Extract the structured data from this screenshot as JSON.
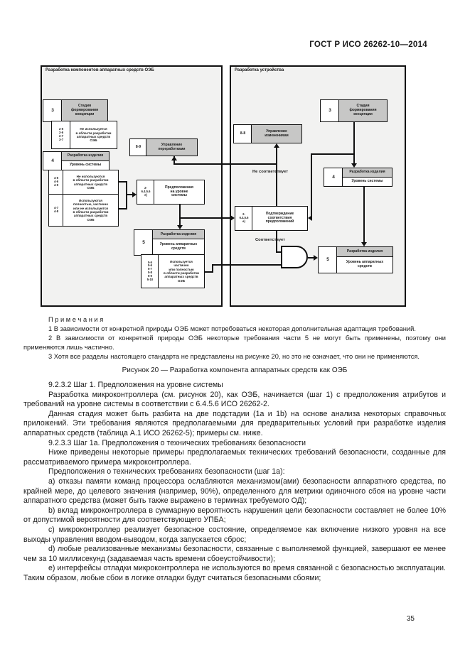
{
  "page": {
    "doc_code": "ГОСТ Р ИСО 26262-10—2014",
    "page_number": "35"
  },
  "figure": {
    "caption": "Рисунок 20 — Разработка компонента аппаратных средств как ОЭБ",
    "left_panel": {
      "title": "Разработка компонентов аппаратных средств ОЭБ",
      "concept_box": {
        "ref": "3",
        "label": "Стадия\nформирования\nконцепции"
      },
      "concept_note": {
        "refs": "2-5\n2-6\n2-7\n3-7",
        "text": "Не используется\nв области разработки\nаппаратных средств\nОЭБ"
      },
      "rework_box": {
        "ref": "8-9",
        "label": "Управление\nпереработками"
      },
      "system_box": {
        "ref": "4",
        "header": "Разработка изделия",
        "sub": "Уровень системы"
      },
      "system_note_na": {
        "refs": "4-5\n4-6\n4-9",
        "text": "Не используются\nв области разработки\nаппаратных средств\nОЭБ"
      },
      "system_note_partial": {
        "refs": "4-7\n4-8",
        "text": "Используются\nполностью, частично\nили не используются\nв области разработки\nаппаратных средств\nОЭБ"
      },
      "assumptions_box": {
        "ref": "2-\n6.4.5.6\nе)",
        "label": "Предположения\nна уровне\nсистемы"
      },
      "hardware_box": {
        "ref": "5",
        "header": "Разработка изделия",
        "sub": "Уровень аппаратных\nсредств"
      },
      "hardware_note": {
        "refs": "5-5\n5-6\n5-7\n5-8\n5-9\n5-10",
        "text": "Используется\nчастично\nили полностью\nв области разработки\nаппаратных средств\nОЭБ"
      }
    },
    "right_panel": {
      "title": "Разработка устройства",
      "concept_box": {
        "ref": "3",
        "label": "Стадия\nформирования\nконцепции"
      },
      "change_box": {
        "ref": "8-8",
        "label": "Управление\nизменениями"
      },
      "system_box": {
        "ref": "4",
        "header": "Разработка изделия",
        "sub": "Уровень системы"
      },
      "confirm_box": {
        "ref": "2-\n6.4.5.6\nе)",
        "label": "Подтверждение\nсоответствия\nпредположений"
      },
      "hardware_box": {
        "ref": "5",
        "header": "Разработка изделия",
        "sub": "Уровень аппаратных\nсредств"
      },
      "label_no_match": "Не соответствует",
      "label_match": "Соответствует"
    }
  },
  "notes": {
    "title": "П р и м е ч а н и я",
    "items": [
      "1 В зависимости от конкретной природы ОЭБ может потребоваться некоторая дополнительная адаптация требований.",
      "2 В зависимости от конкретной природы ОЭБ некоторые требования части 5 не могут быть применены, поэтому они применяются лишь частично.",
      "3 Хотя все разделы настоящего стандарта не представлены на рисунке 20, но это не означает, что они не применяются."
    ]
  },
  "body": {
    "paragraphs": [
      "9.2.3.2 Шаг 1. Предположения на уровне системы",
      "Разработка микроконтроллера (см. рисунок 20), как ОЭБ, начинается (шаг 1) с предположения атрибутов и требований на уровне системы в соответствии с 6.4.5.6 ИСО 26262-2.",
      "Данная стадия может быть разбита на две подстадии (1а и 1b) на основе анализа некоторых справочных приложений. Эти требования являются предполагаемыми для предварительных условий при разработке изделия аппаратных средств (таблица А.1 ИСО 26262-5); примеры см. ниже.",
      "9.2.3.3 Шаг 1а. Предположения о технических требованиях безопасности",
      "Ниже приведены некоторые примеры предполагаемых технических требований безопасности, созданные для рассматриваемого примера микроконтроллера.",
      "Предположения о технических требованиях безопасности (шаг 1а):",
      "а) отказы памяти команд процессора ослабляются механизмом(ами) безопасности аппаратного средства, по крайней мере, до целевого значения (например, 90%), определенного для метрики одиночного сбоя на уровне части аппаратного средства (может быть также выражено в терминах требуемого ОД);",
      "b) вклад микроконтроллера в суммарную вероятность нарушения цели безопасности составляет не более 10% от допустимой вероятности для соответствующего УПБА;",
      "с) микроконтроллер реализует безопасное состояние, определяемое как включение низкого уровня на все выходы управления вводом-выводом, когда запускается сброс;",
      "d) любые реализованные механизмы безопасности, связанные с выполняемой функцией, завершают ее менее чем за 10 миллисекунд (задаваемая часть времени сбоеустойчивости);",
      "е) интерфейсы отладки микроконтроллера не используются во время связанной с безопасностью эксплуатации. Таким образом, любые сбои в логике отладки будут считаться безопасными сбоями;"
    ]
  }
}
